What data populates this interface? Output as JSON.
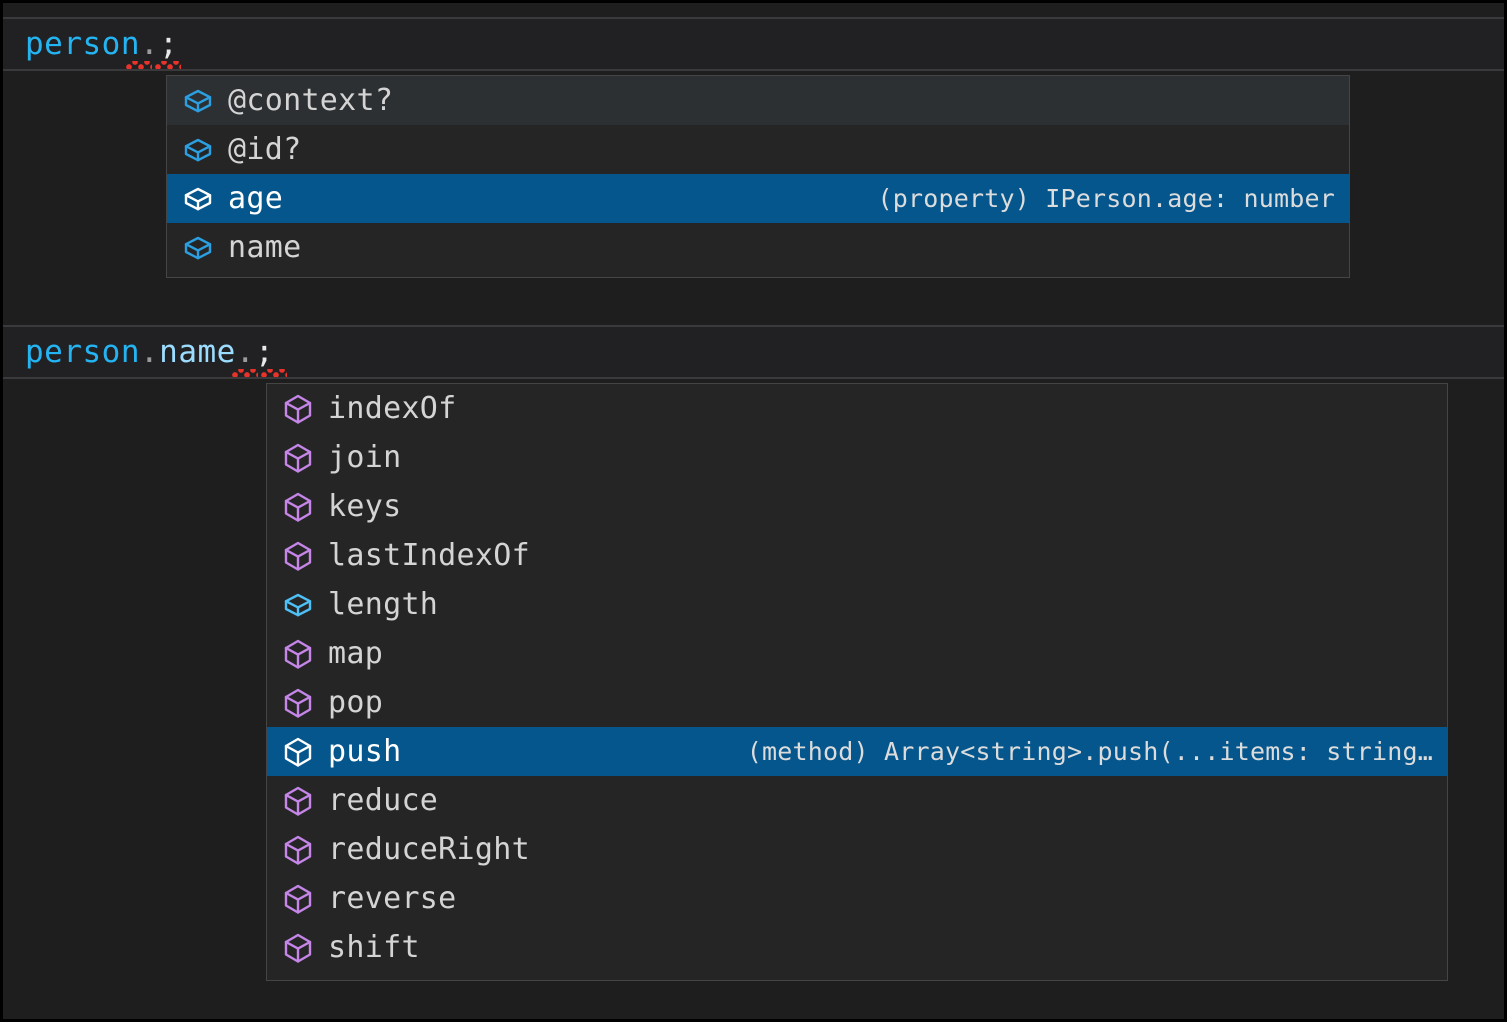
{
  "editor": {
    "theme_bg": "#1e1e1e",
    "current_line_bg": "#212123",
    "selected_row_bg": "#04568c",
    "lines": [
      {
        "id": "line-1",
        "tokens": [
          {
            "text": "person",
            "kind": "variable"
          },
          {
            "text": ".",
            "kind": "dot"
          },
          {
            "text": ";",
            "kind": "punct"
          }
        ],
        "plain": "person.;"
      },
      {
        "id": "line-2",
        "tokens": [
          {
            "text": "person",
            "kind": "variable"
          },
          {
            "text": ".",
            "kind": "dot"
          },
          {
            "text": "name",
            "kind": "property"
          },
          {
            "text": ".",
            "kind": "dot"
          },
          {
            "text": ";",
            "kind": "punct"
          }
        ],
        "plain": "person.name.;"
      }
    ]
  },
  "suggest_widgets": [
    {
      "id": "suggest-1",
      "for_expression": "person.",
      "selected_index": 2,
      "hovered_index": 0,
      "items": [
        {
          "label": "@context?",
          "icon": "property-cube-icon",
          "icon_color": "#2b9fe0",
          "detail": ""
        },
        {
          "label": "@id?",
          "icon": "property-cube-icon",
          "icon_color": "#2b9fe0",
          "detail": ""
        },
        {
          "label": "age",
          "icon": "property-cube-icon",
          "icon_color": "#ffffff",
          "detail": "(property) IPerson.age: number"
        },
        {
          "label": "name",
          "icon": "property-cube-icon",
          "icon_color": "#2b9fe0",
          "detail": ""
        }
      ]
    },
    {
      "id": "suggest-2",
      "for_expression": "person.name.",
      "selected_index": 7,
      "hovered_index": -1,
      "items": [
        {
          "label": "indexOf",
          "icon": "method-cube-icon",
          "icon_color": "#c586e8",
          "detail": ""
        },
        {
          "label": "join",
          "icon": "method-cube-icon",
          "icon_color": "#c586e8",
          "detail": ""
        },
        {
          "label": "keys",
          "icon": "method-cube-icon",
          "icon_color": "#c586e8",
          "detail": ""
        },
        {
          "label": "lastIndexOf",
          "icon": "method-cube-icon",
          "icon_color": "#c586e8",
          "detail": ""
        },
        {
          "label": "length",
          "icon": "property-cube-icon",
          "icon_color": "#4ec0f5",
          "detail": ""
        },
        {
          "label": "map",
          "icon": "method-cube-icon",
          "icon_color": "#c586e8",
          "detail": ""
        },
        {
          "label": "pop",
          "icon": "method-cube-icon",
          "icon_color": "#c586e8",
          "detail": ""
        },
        {
          "label": "push",
          "icon": "method-cube-icon",
          "icon_color": "#ffffff",
          "detail": "(method) Array<string>.push(...items: string…"
        },
        {
          "label": "reduce",
          "icon": "method-cube-icon",
          "icon_color": "#c586e8",
          "detail": ""
        },
        {
          "label": "reduceRight",
          "icon": "method-cube-icon",
          "icon_color": "#c586e8",
          "detail": ""
        },
        {
          "label": "reverse",
          "icon": "method-cube-icon",
          "icon_color": "#c586e8",
          "detail": ""
        },
        {
          "label": "shift",
          "icon": "method-cube-icon",
          "icon_color": "#c586e8",
          "detail": ""
        }
      ]
    }
  ]
}
